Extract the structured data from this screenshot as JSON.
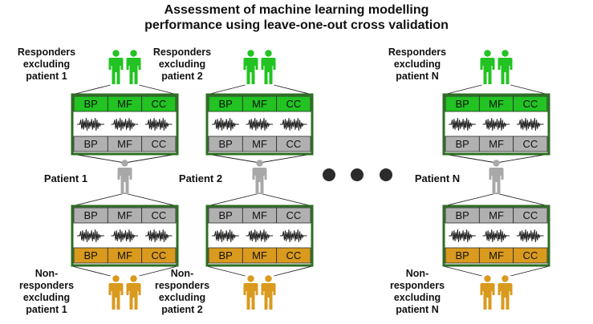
{
  "title": {
    "line1": "Assessment of machine learning modelling",
    "line2": "performance using leave-one-out cross validation"
  },
  "columns": [
    {
      "responders": [
        "Responders",
        "excluding",
        "patient 1"
      ],
      "patient": "Patient 1",
      "nonresponders": [
        "Non-",
        "responders",
        "excluding",
        "patient 1"
      ]
    },
    {
      "responders": [
        "Responders",
        "excluding",
        "patient 2"
      ],
      "patient": "Patient 2",
      "nonresponders": [
        "Non-",
        "responders",
        "excluding",
        "patient 2"
      ]
    },
    {
      "responders": [
        "Responders",
        "excluding",
        "patient N"
      ],
      "patient": "Patient N",
      "nonresponders": [
        "Non-",
        "responders",
        "excluding",
        "patient N"
      ]
    }
  ],
  "categories": [
    "BP",
    "MF",
    "CC"
  ],
  "colors": {
    "responder": "#22c322",
    "nonresponder": "#d99a1e",
    "patient": "#a8a8a8",
    "box_border": "#2d6e22",
    "gray_row": "#b0b0b0",
    "dots": "#2b2b2b"
  }
}
